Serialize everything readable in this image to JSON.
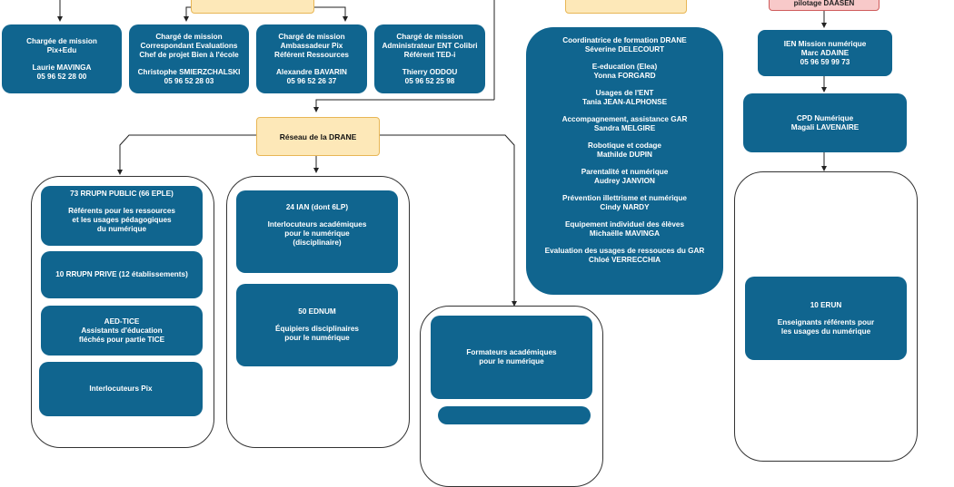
{
  "top_boxes": [
    {
      "role": "Chargée de mission\nPix+Edu",
      "name": "Laurie MAVINGA",
      "phone": "05 96 52 28 00"
    },
    {
      "role": "Chargé de mission\nCorrespondant Evaluations\nChef de projet Bien à l'école",
      "name": "Christophe SMIERZCHALSKI",
      "phone": "05 96 52 28 03"
    },
    {
      "role": "Chargé de mission\nAmbassadeur Pix\nRéférent Ressources",
      "name": "Alexandre BAVARIN",
      "phone": "05 96 52 26 37"
    },
    {
      "role": "Chargé de mission\nAdministrateur ENT Colibri\nRéférent TED-i",
      "name": "Thierry ODDOU",
      "phone": "05 96 52 25 98"
    }
  ],
  "reseau_label": "Réseau de la DRANE",
  "pilotage_label": "pilotage DAASEN",
  "column1": [
    {
      "title": "73 RRUPN PUBLIC (66 EPLE)",
      "text": "Référents pour les ressources\net les usages pédagogiques\ndu numérique"
    },
    {
      "title": "10 RRUPN PRIVE (12 établissements)",
      "text": ""
    },
    {
      "title": "AED-TICE",
      "text": "Assistants d'éducation\nfléchés pour partie TICE"
    },
    {
      "title": "Interlocuteurs Pix",
      "text": ""
    }
  ],
  "column2": [
    {
      "title": "24 IAN (dont 6LP)",
      "text": "Interlocuteurs académiques\npour le numérique\n(disciplinaire)"
    },
    {
      "title": "50 EDNUM",
      "text": "Équipiers disciplinaires\npour le numérique"
    }
  ],
  "formateurs": "Formateurs académiques\npour le numérique",
  "formation_team": [
    {
      "role": "Coordinatrice de formation DRANE",
      "name": "Séverine DELECOURT"
    },
    {
      "role": "E-education (Elea)",
      "name": "Yonna FORGARD"
    },
    {
      "role": "Usages de l'ENT",
      "name": "Tania JEAN-ALPHONSE"
    },
    {
      "role": "Accompagnement, assistance GAR",
      "name": "Sandra MELGIRE"
    },
    {
      "role": "Robotique et codage",
      "name": "Mathilde DUPIN"
    },
    {
      "role": "Parentalité et numérique",
      "name": "Audrey JANVION"
    },
    {
      "role": "Prévention illettrisme et numérique",
      "name": "Cindy NARDY"
    },
    {
      "role": "Equipement individuel des élèves",
      "name": "Michaëlle MAVINGA"
    },
    {
      "role": "Evaluation des usages de ressouces du GAR",
      "name": "Chloé VERRECCHIA"
    }
  ],
  "ien": {
    "role": "IEN Mission numérique",
    "name": "Marc ADAINE",
    "phone": "05 96 59 99 73"
  },
  "cpd": {
    "role": "CPD Numérique",
    "name": "Magali LAVENAIRE"
  },
  "erun": {
    "title": "10 ERUN",
    "text": "Enseignants référents pour\nles usages du numérique"
  }
}
